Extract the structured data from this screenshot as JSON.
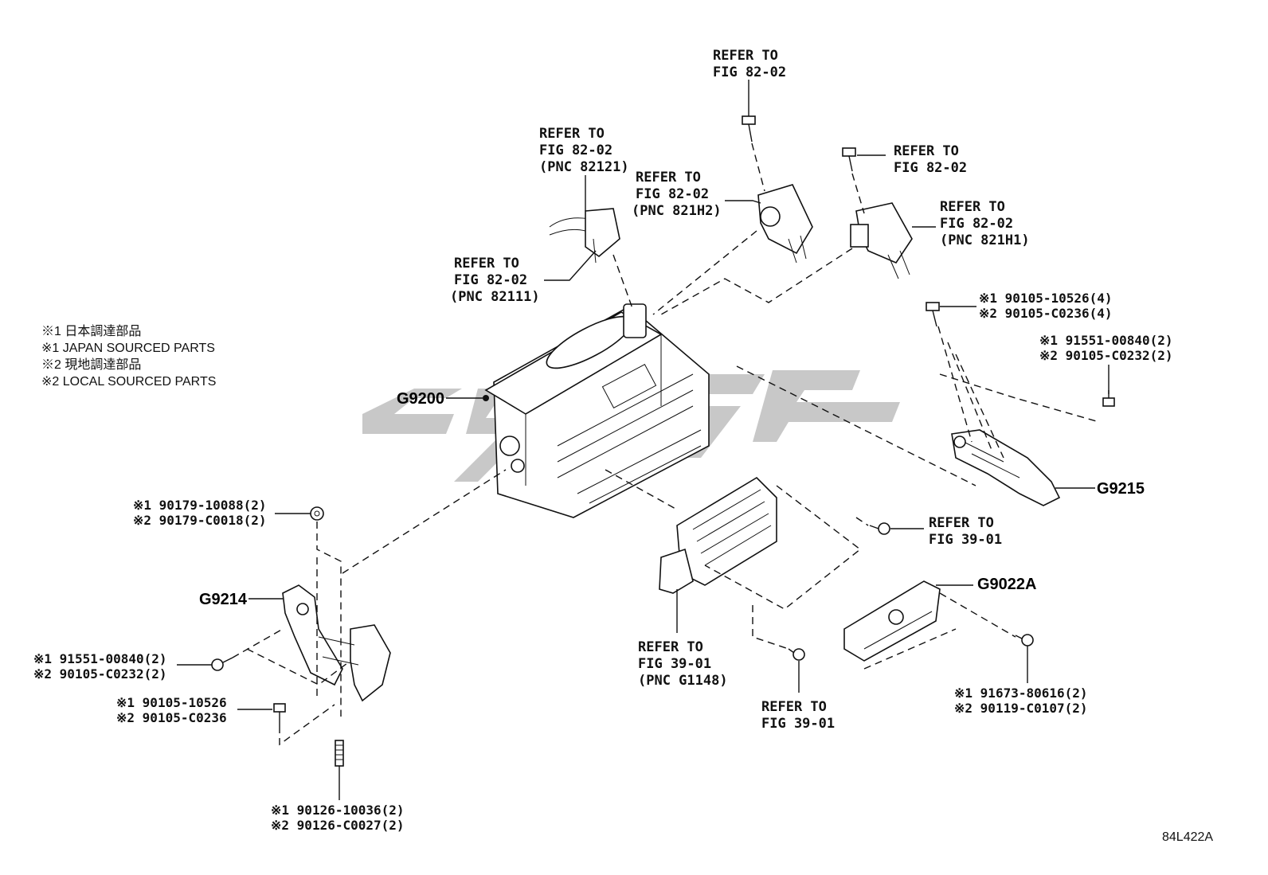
{
  "legend": [
    "※1 日本調達部品",
    "※1 JAPAN SOURCED PARTS",
    "※2 現地調達部品",
    "※2 LOCAL SOURCED PARTS"
  ],
  "parts": {
    "g9200": "G9200",
    "g9214": "G9214",
    "g9215": "G9215",
    "g9022a": "G9022A"
  },
  "refs": {
    "top_bolt": [
      "REFER TO",
      "FIG 82-02"
    ],
    "pnc_82121": [
      "REFER TO",
      "FIG 82-02",
      "(PNC 82121)"
    ],
    "pnc_821h2": [
      "REFER TO",
      "FIG 82-02",
      "(PNC 821H2)"
    ],
    "right_bolt": [
      "REFER TO",
      "FIG 82-02"
    ],
    "pnc_821h1": [
      "REFER TO",
      "FIG 82-02",
      "(PNC 821H1)"
    ],
    "pnc_82111": [
      "REFER TO",
      "FIG 82-02",
      "(PNC 82111)"
    ],
    "fig_39_01_right": [
      "REFER TO",
      "FIG 39-01"
    ],
    "pnc_g1148": [
      "REFER TO",
      "FIG 39-01",
      "(PNC G1148)"
    ],
    "fig_39_01_bottom": [
      "REFER TO",
      "FIG 39-01"
    ]
  },
  "fasteners": {
    "bolt_g9215_top": [
      "※1 90105-10526(4)",
      "※2 90105-C0236(4)"
    ],
    "bolt_g9215_side": [
      "※1 91551-00840(2)",
      "※2 90105-C0232(2)"
    ],
    "nut_g9214_top": [
      "※1 90179-10088(2)",
      "※2 90179-C0018(2)"
    ],
    "bolt_g9214_left": [
      "※1 91551-00840(2)",
      "※2 90105-C0232(2)"
    ],
    "bolt_g9214_lower": [
      "※1 90105-10526",
      "※2 90105-C0236"
    ],
    "stud_g9214": [
      "※1 90126-10036(2)",
      "※2 90126-C0027(2)"
    ],
    "bolt_g9022a": [
      "※1 91673-80616(2)",
      "※2 90119-C0107(2)"
    ]
  },
  "illustration_id": "84L422A"
}
